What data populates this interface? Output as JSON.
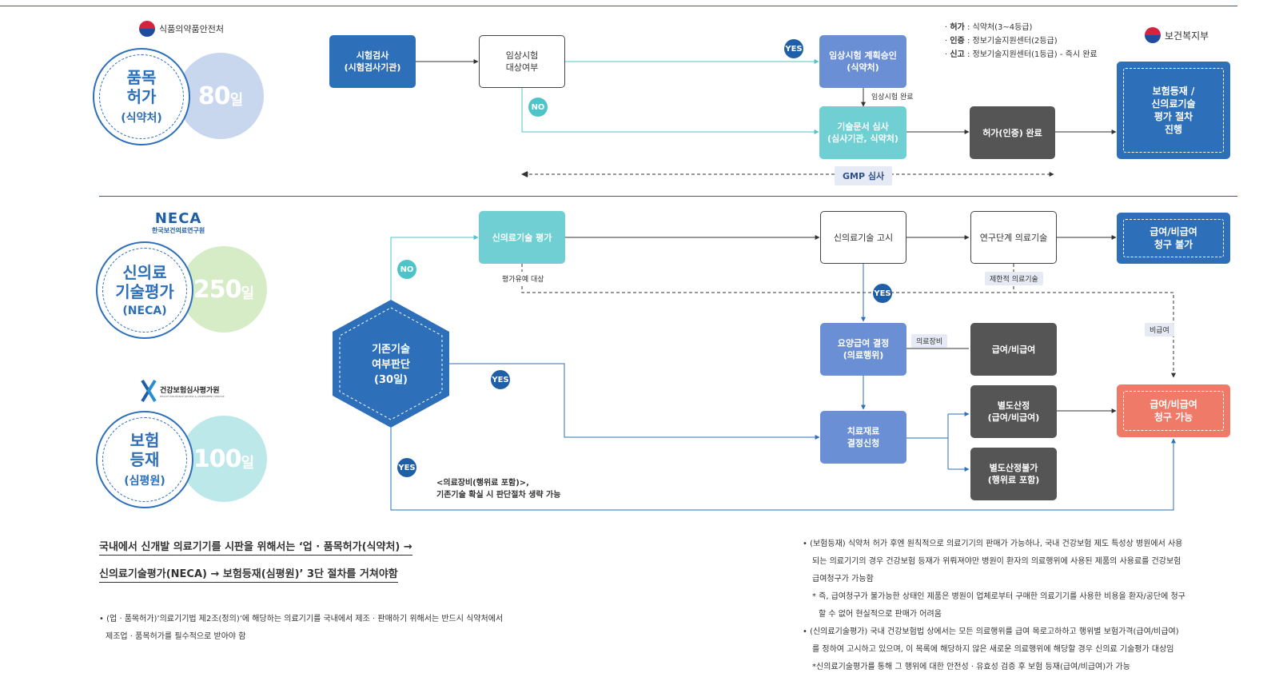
{
  "stages": [
    {
      "org": "식품의약품안전처",
      "title": "품목\n허가",
      "sub": "(식약처)",
      "days": "80",
      "unit": "일",
      "color": "#c8d6ee"
    },
    {
      "org_logo": "NECA",
      "org": "한국보건의료연구원",
      "title": "신의료\n기술평가",
      "sub": "(NECA)",
      "days": "250",
      "unit": "일",
      "color": "#d6ecc7"
    },
    {
      "org": "건강보험심사평가원",
      "org_sub": "HEALTH INSURANCE REVIEW & ASSESSMENT SERVICE",
      "title": "보험\n등재",
      "sub": "(심평원)",
      "days": "100",
      "unit": "일",
      "color": "#bde8ea"
    }
  ],
  "mohw": "보건복지부",
  "legend": [
    {
      "key": "허가",
      "text": " : 식약처(3~4등급)"
    },
    {
      "key": "인증",
      "text": " : 정보기술지원센터(2등급)"
    },
    {
      "key": "신고",
      "text": " : 정보기술지원센터(1등급) - 즉시 완료"
    }
  ],
  "top": {
    "test": "시험검사\n(시험검사기관)",
    "trial_target": "임상시험\n대상여부",
    "plan": "임상시험 계획승인\n(식약처)",
    "trial_done": "임상시험 완료",
    "tech_review": "기술문서 심사\n(심사기관, 식약처)",
    "approval_done": "허가(인증) 완료",
    "insurance": "보험등재 /\n신의료기술\n평가 절차\n진행",
    "gmp": "GMP 심사",
    "yes": "YES",
    "no": "NO"
  },
  "bottom": {
    "existing": "기존기술\n여부판단\n(30일)",
    "neca_eval": "신의료기술 평가",
    "eval_target": "평가유예 대상",
    "notice": "신의료기술 고시",
    "research": "연구단계 의료기술",
    "limited": "제한적 의료기술",
    "no_claim": "급여/비급여\n청구 불가",
    "care_decision": "요양급여 결정\n(의료행위)",
    "device": "의료장비",
    "pay_nonpay": "급여/비급여",
    "nonpay": "비급여",
    "material": "치료재료\n결정신청",
    "separate": "별도산정\n(급여/비급여)",
    "no_separate": "별도산정불가\n(행위료 포함)",
    "claimable": "급여/비급여\n청구 가능",
    "device_note": "<의료장비(행위료 포함)>,\n기존기술 확실 시 판단절차 생략 가능",
    "yes": "YES",
    "no": "NO"
  },
  "footer": {
    "headline1": "국내에서 신개발 의료기기를 시판을 위해서는 ‘업 · 품목허가(식약처) →",
    "headline2": "신의료기술평가(NECA) → 보험등재(심평원)’ 3단 절차를 거쳐야함",
    "left_bullet1": "• (업 · 품목허가)’의료기기법 제2조(정의)’에 해당하는 의료기기를 국내에서 제조 · 판매하기 위해서는 반드시 식약처에서",
    "left_bullet2": "제조업 · 품목허가를 필수적으로 받아야 함",
    "right": [
      "• (보험등재) 식약처 허가 후엔 원칙적으로 의료기기의 판매가 가능하나, 국내 건강보험 제도 특성상 병원에서 사용",
      "되는 의료기기의 경우 건강보험 등재가 위뤄져야만 병원이 환자의 의료행위에 사용된 제품의 사용료를 건강보험",
      "급여청구가 가능함",
      "* 즉, 급여청구가 불가능한 상태인 제품은 병원이 업체로부터 구매한 의료기기를 사용한 비용을 환자/공단에 청구",
      "할 수 없어 현실적으로 판매가 어려움",
      "• (신의료기술평가) 국내 건강보험법 상에서는 모든 의료행위를 급여 목로고하하고 행위별 보험가격(급여/비급여)",
      "를 정하여 고시하고 있으며, 이 목록에 해당하지 않은 새로운 의료행위에 해당할 경우 신의료 기술평가 대상임",
      "*신의료기술평가를 통해 그 행위에 대한 안전성 · 유효성 검증 후 보험 등재(급여/비급여)가 가능"
    ]
  }
}
